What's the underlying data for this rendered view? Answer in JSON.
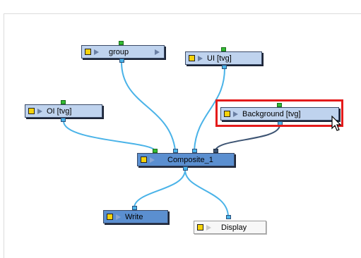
{
  "nodes": {
    "group": {
      "label": "group"
    },
    "ui": {
      "label": "UI [tvg]"
    },
    "oi": {
      "label": "OI [tvg]"
    },
    "background": {
      "label": "Background [tvg]"
    },
    "composite": {
      "label": "Composite_1"
    },
    "write": {
      "label": "Write"
    },
    "display": {
      "label": "Display"
    }
  },
  "colors": {
    "wire": "#4ab3e8",
    "wire_selected": "#3d5473",
    "highlight": "#e41b1b"
  }
}
